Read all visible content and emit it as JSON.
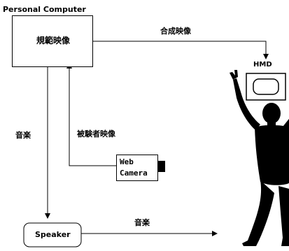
{
  "diagram": {
    "title": "Personal Computer",
    "nodes": {
      "reference_video": "規範映像",
      "web_camera": [
        "Web",
        "Camera"
      ],
      "speaker": "Speaker",
      "hmd": "HMD"
    },
    "edges": {
      "composite_video": "合成映像",
      "subject_video": "被験者映像",
      "music_down": "音楽",
      "music_right": "音楽"
    },
    "colors": {
      "line": "#000000",
      "silhouette": "#000000",
      "background": "#ffffff"
    }
  }
}
